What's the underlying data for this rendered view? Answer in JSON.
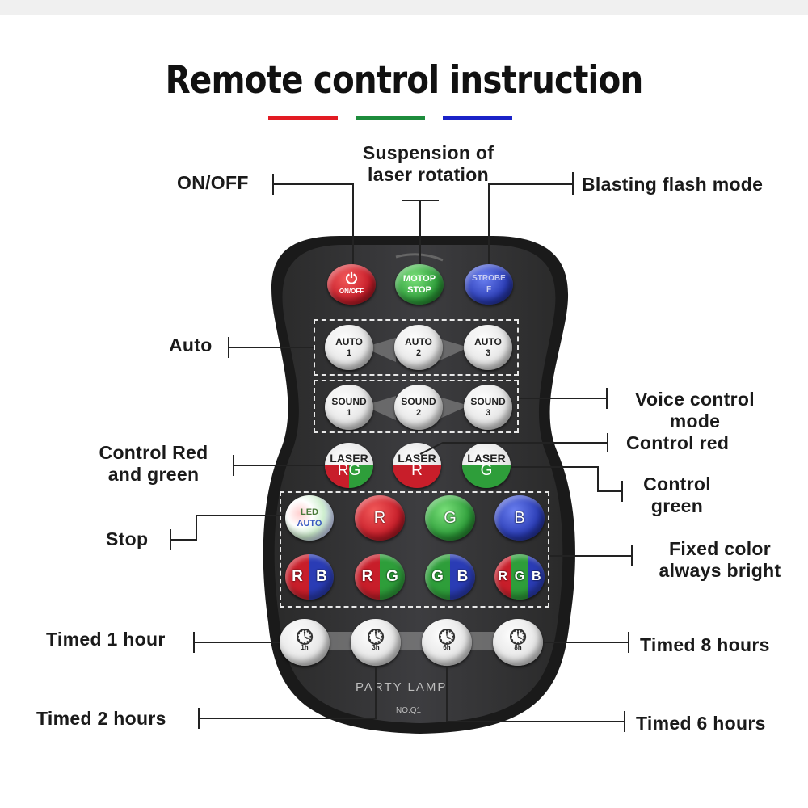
{
  "title": "Remote control instruction",
  "accent_colors": [
    "#e21b23",
    "#1d8c3c",
    "#1a22c8"
  ],
  "labels": {
    "on_off": "ON/OFF",
    "suspension": "Suspension of\nlaser rotation",
    "blasting": "Blasting flash mode",
    "auto": "Auto",
    "voice": "Voice control\nmode",
    "control_red": "Control red",
    "control_red_green": "Control Red\nand green",
    "control_green": "Control\ngreen",
    "stop": "Stop",
    "fixed_color": "Fixed color\nalways bright",
    "timed_1": "Timed 1 hour",
    "timed_8": "Timed 8 hours",
    "timed_2": "Timed 2 hours",
    "timed_6": "Timed 6 hours"
  },
  "remote": {
    "onoff_label": "ON/OFF",
    "motor_line1": "MOTOP",
    "motor_line2": "STOP",
    "strobe_line1": "STROBE",
    "strobe_line2": "F",
    "auto_buttons": [
      {
        "line1": "AUTO",
        "line2": "1"
      },
      {
        "line1": "AUTO",
        "line2": "2"
      },
      {
        "line1": "AUTO",
        "line2": "3"
      }
    ],
    "sound_buttons": [
      {
        "line1": "SOUND",
        "line2": "1"
      },
      {
        "line1": "SOUND",
        "line2": "2"
      },
      {
        "line1": "SOUND",
        "line2": "3"
      }
    ],
    "laser_buttons": [
      {
        "top": "LASER",
        "bottom": "RG"
      },
      {
        "top": "LASER",
        "bottom": "R"
      },
      {
        "top": "LASER",
        "bottom": "G"
      }
    ],
    "led_line1": "LED",
    "led_line2": "AUTO",
    "color_row1": [
      "R",
      "G",
      "B"
    ],
    "color_row2": [
      {
        "a": "R",
        "b": "B"
      },
      {
        "a": "R",
        "b": "G"
      },
      {
        "a": "G",
        "b": "B"
      },
      {
        "a": "R",
        "b": "G",
        "c": "B"
      }
    ],
    "timer_labels": [
      "1h",
      "3h",
      "6h",
      "8h"
    ],
    "brand": "PARTY LAMP",
    "model": "NO.Q1"
  }
}
